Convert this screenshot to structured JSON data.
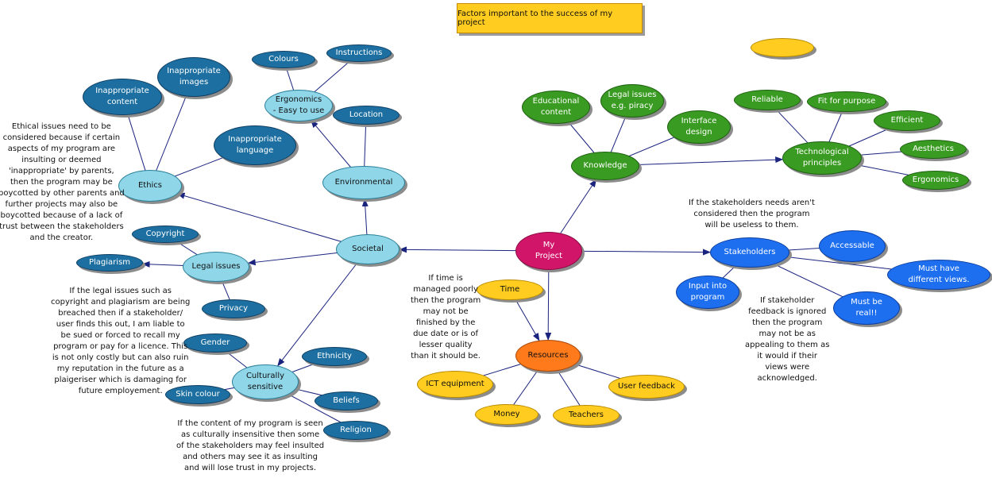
{
  "title": "Factors important to the success of my project",
  "colors": {
    "center": "#d11569",
    "cyan": "#8fd6e8",
    "dark_teal": "#1c6fa0",
    "green": "#3a9b22",
    "blue": "#1e6ff0",
    "orange": "#ff7a1a",
    "yellow": "#ffcc1f",
    "edge": "#1a237e"
  },
  "nodes": [
    {
      "id": "project",
      "label": "My\nProject",
      "style": "center"
    },
    {
      "id": "knowledge",
      "label": "Knowledge",
      "style": "green"
    },
    {
      "id": "edu",
      "label": "Educational\ncontent",
      "style": "green"
    },
    {
      "id": "legaliss",
      "label": "Legal issues\ne.g. piracy",
      "style": "green"
    },
    {
      "id": "interface",
      "label": "Interface\ndesign",
      "style": "green"
    },
    {
      "id": "tech",
      "label": "Technological\nprinciples",
      "style": "green"
    },
    {
      "id": "reliable",
      "label": "Reliable",
      "style": "green"
    },
    {
      "id": "fit",
      "label": "Fit for purpose",
      "style": "green"
    },
    {
      "id": "efficient",
      "label": "Efficient",
      "style": "green"
    },
    {
      "id": "aesthetics",
      "label": "Aesthetics",
      "style": "green"
    },
    {
      "id": "ergo2",
      "label": "Ergonomics",
      "style": "green"
    },
    {
      "id": "blank",
      "label": "",
      "style": "yellow"
    },
    {
      "id": "stake",
      "label": "Stakeholders",
      "style": "blue"
    },
    {
      "id": "access",
      "label": "Accessable",
      "style": "blue"
    },
    {
      "id": "mhdv",
      "label": "Must have\ndifferent views.",
      "style": "blue"
    },
    {
      "id": "input",
      "label": "Input into\nprogram",
      "style": "blue"
    },
    {
      "id": "real",
      "label": "Must be\nreal!!",
      "style": "blue"
    },
    {
      "id": "resources",
      "label": "Resources",
      "style": "orange"
    },
    {
      "id": "time",
      "label": "Time",
      "style": "yellow"
    },
    {
      "id": "ict",
      "label": "ICT equipment",
      "style": "yellow"
    },
    {
      "id": "userfb",
      "label": "User feedback",
      "style": "yellow"
    },
    {
      "id": "money",
      "label": "Money",
      "style": "yellow"
    },
    {
      "id": "teachers",
      "label": "Teachers",
      "style": "yellow"
    },
    {
      "id": "societal",
      "label": "Societal",
      "style": "cyan"
    },
    {
      "id": "environmental",
      "label": "Environmental",
      "style": "cyan"
    },
    {
      "id": "ergo1",
      "label": "Ergonomics\n- Easy to use",
      "style": "cyan"
    },
    {
      "id": "colours",
      "label": "Colours",
      "style": "dark_teal"
    },
    {
      "id": "instructions",
      "label": "Instructions",
      "style": "dark_teal"
    },
    {
      "id": "location",
      "label": "Location",
      "style": "dark_teal"
    },
    {
      "id": "ethics",
      "label": "Ethics",
      "style": "cyan"
    },
    {
      "id": "inappcontent",
      "label": "Inappropriate\ncontent",
      "style": "dark_teal"
    },
    {
      "id": "inappimages",
      "label": "Inappropriate\nimages",
      "style": "dark_teal"
    },
    {
      "id": "inapplang",
      "label": "Inappropriate\nlanguage",
      "style": "dark_teal"
    },
    {
      "id": "legal",
      "label": "Legal issues",
      "style": "cyan"
    },
    {
      "id": "copyright",
      "label": "Copyright",
      "style": "dark_teal"
    },
    {
      "id": "plagiarism",
      "label": "Plagiarism",
      "style": "dark_teal"
    },
    {
      "id": "privacy",
      "label": "Privacy",
      "style": "dark_teal"
    },
    {
      "id": "cultural",
      "label": "Culturally\nsensitive",
      "style": "cyan"
    },
    {
      "id": "gender",
      "label": "Gender",
      "style": "dark_teal"
    },
    {
      "id": "ethnicity",
      "label": "Ethnicity",
      "style": "dark_teal"
    },
    {
      "id": "skin",
      "label": "Skin colour",
      "style": "dark_teal"
    },
    {
      "id": "beliefs",
      "label": "Beliefs",
      "style": "dark_teal"
    },
    {
      "id": "religion",
      "label": "Religion",
      "style": "dark_teal"
    }
  ],
  "edges": [
    {
      "from": "project",
      "to": "knowledge",
      "arrow": true
    },
    {
      "from": "knowledge",
      "to": "tech",
      "arrow": true
    },
    {
      "from": "project",
      "to": "stake",
      "arrow": true
    },
    {
      "from": "project",
      "to": "resources",
      "arrow": true
    },
    {
      "from": "time",
      "to": "resources",
      "arrow": true
    },
    {
      "from": "project",
      "to": "societal",
      "arrow": true
    },
    {
      "from": "societal",
      "to": "environmental",
      "arrow": true
    },
    {
      "from": "environmental",
      "to": "ergo1",
      "arrow": true
    },
    {
      "from": "societal",
      "to": "ethics",
      "arrow": true
    },
    {
      "from": "societal",
      "to": "legal",
      "arrow": true
    },
    {
      "from": "legal",
      "to": "plagiarism",
      "arrow": true
    },
    {
      "from": "societal",
      "to": "cultural",
      "arrow": true
    },
    {
      "from": "knowledge",
      "to": "edu",
      "arrow": false
    },
    {
      "from": "knowledge",
      "to": "legaliss",
      "arrow": false
    },
    {
      "from": "knowledge",
      "to": "interface",
      "arrow": false
    },
    {
      "from": "tech",
      "to": "reliable",
      "arrow": false
    },
    {
      "from": "tech",
      "to": "fit",
      "arrow": false
    },
    {
      "from": "tech",
      "to": "efficient",
      "arrow": false
    },
    {
      "from": "tech",
      "to": "aesthetics",
      "arrow": false
    },
    {
      "from": "tech",
      "to": "ergo2",
      "arrow": false
    },
    {
      "from": "stake",
      "to": "access",
      "arrow": false
    },
    {
      "from": "stake",
      "to": "mhdv",
      "arrow": false
    },
    {
      "from": "stake",
      "to": "input",
      "arrow": false
    },
    {
      "from": "stake",
      "to": "real",
      "arrow": false
    },
    {
      "from": "resources",
      "to": "ict",
      "arrow": false
    },
    {
      "from": "resources",
      "to": "userfb",
      "arrow": false
    },
    {
      "from": "resources",
      "to": "money",
      "arrow": false
    },
    {
      "from": "resources",
      "to": "teachers",
      "arrow": false
    },
    {
      "from": "ergo1",
      "to": "colours",
      "arrow": false
    },
    {
      "from": "ergo1",
      "to": "instructions",
      "arrow": false
    },
    {
      "from": "environmental",
      "to": "location",
      "arrow": false
    },
    {
      "from": "ethics",
      "to": "inappcontent",
      "arrow": false
    },
    {
      "from": "ethics",
      "to": "inappimages",
      "arrow": false
    },
    {
      "from": "ethics",
      "to": "inapplang",
      "arrow": false
    },
    {
      "from": "legal",
      "to": "copyright",
      "arrow": false
    },
    {
      "from": "legal",
      "to": "privacy",
      "arrow": false
    },
    {
      "from": "cultural",
      "to": "gender",
      "arrow": false
    },
    {
      "from": "cultural",
      "to": "ethnicity",
      "arrow": false
    },
    {
      "from": "cultural",
      "to": "skin",
      "arrow": false
    },
    {
      "from": "cultural",
      "to": "beliefs",
      "arrow": false
    },
    {
      "from": "cultural",
      "to": "religion",
      "arrow": false
    }
  ],
  "notes": [
    {
      "id": "ethics_note",
      "text": "Ethical issues need to be\nconsidered because if certain\naspects of my program are\ninsulting or deemed\n'inappropriate' by parents,\nthen the program may be\nboycotted by other parents and\nfurther projects may also be\nboycotted because of a lack of\ntrust between the stakeholders\nand the creator."
    },
    {
      "id": "legal_note",
      "text": "If the legal issues such as\ncopyright and plagiarism are being\nbreached then if a stakeholder/\nuser finds this out, I am liable to\nbe sued or forced to recall my\nprogram or pay for a licence. This\nis not only costly but can also ruin\nmy reputation in the future as a\nplaigeriser which is damaging for\nfuture employement."
    },
    {
      "id": "cultural_note",
      "text": "If the content of my program is seen\nas culturally insensitive then some\nof the stakeholders may feel insulted\nand others may see it as insulting\nand will lose trust in my projects."
    },
    {
      "id": "time_note",
      "text": "If time is\nmanaged poorly\nthen the program\nmay not be\nfinished by the\ndue date or is of\nlesser quality\nthan it should be."
    },
    {
      "id": "stake_note",
      "text": "If the stakeholders needs aren't\nconsidered then the program\nwill be useless to them."
    },
    {
      "id": "feedback_note",
      "text": "If stakeholder\nfeedback is ignored\nthen the program\nmay not be as\nappealing to them as\nit would if their\nviews were\nacknowledged."
    }
  ]
}
